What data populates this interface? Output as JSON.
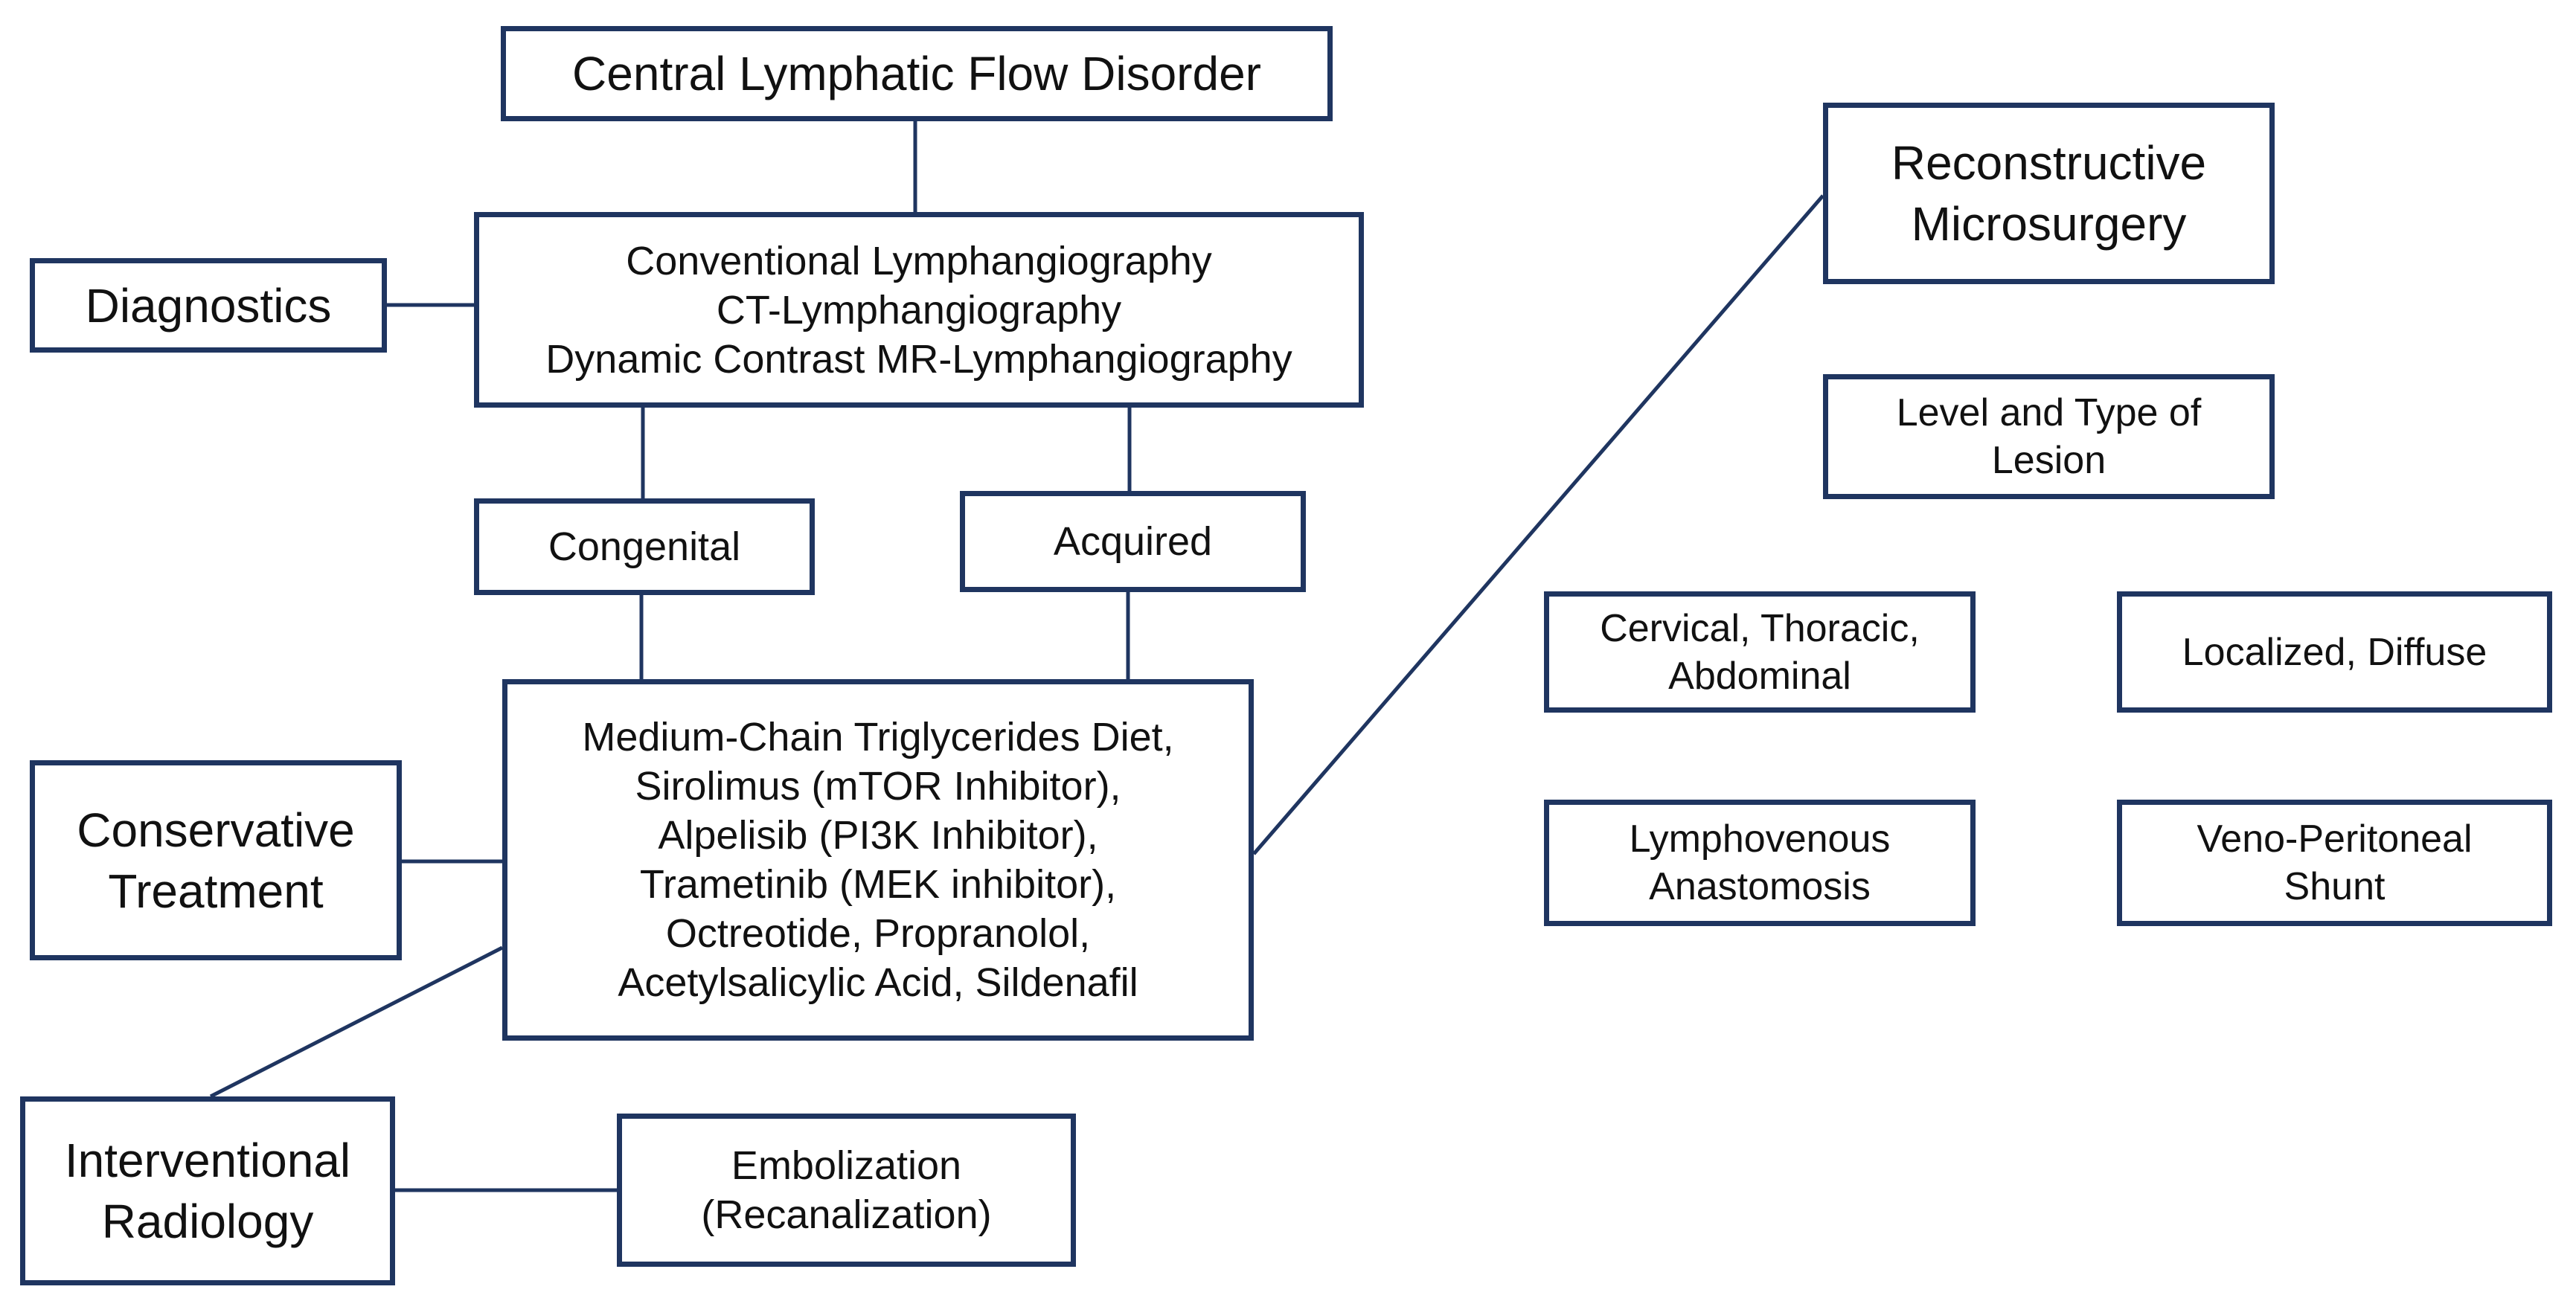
{
  "nodes": {
    "central": {
      "lines": [
        "Central Lymphatic Flow Disorder"
      ]
    },
    "diagnostics_label": {
      "lines": [
        "Diagnostics"
      ]
    },
    "diagnostics": {
      "lines": [
        "Conventional Lymphangiography",
        "CT-Lymphangiography",
        "Dynamic Contrast MR-Lymphangiography"
      ]
    },
    "congenital": {
      "lines": [
        "Congenital"
      ]
    },
    "acquired": {
      "lines": [
        "Acquired"
      ]
    },
    "conservative_label": {
      "lines": [
        "Conservative",
        "Treatment"
      ]
    },
    "conservative": {
      "lines": [
        "Medium-Chain Triglycerides Diet,",
        "Sirolimus (mTOR Inhibitor),",
        "Alpelisib (PI3K Inhibitor),",
        "Trametinib (MEK inhibitor),",
        "Octreotide, Propranolol,",
        "Acetylsalicylic Acid, Sildenafil"
      ]
    },
    "radiology_label": {
      "lines": [
        "Interventional",
        "Radiology"
      ]
    },
    "embolization": {
      "lines": [
        "Embolization",
        "(Recanalization)"
      ]
    },
    "microsurgery_label": {
      "lines": [
        "Reconstructive",
        "Microsurgery"
      ]
    },
    "lesion": {
      "lines": [
        "Level and Type of",
        "Lesion"
      ]
    },
    "location": {
      "lines": [
        "Cervical, Thoracic,",
        "Abdominal"
      ]
    },
    "extent": {
      "lines": [
        "Localized, Diffuse"
      ]
    },
    "lva": {
      "lines": [
        "Lymphovenous",
        "Anastomosis"
      ]
    },
    "shunt": {
      "lines": [
        "Veno-Peritoneal",
        "Shunt"
      ]
    }
  },
  "colors": {
    "border": "#1f3560",
    "connector": "#1f3560",
    "text": "#111111",
    "background": "#ffffff"
  }
}
